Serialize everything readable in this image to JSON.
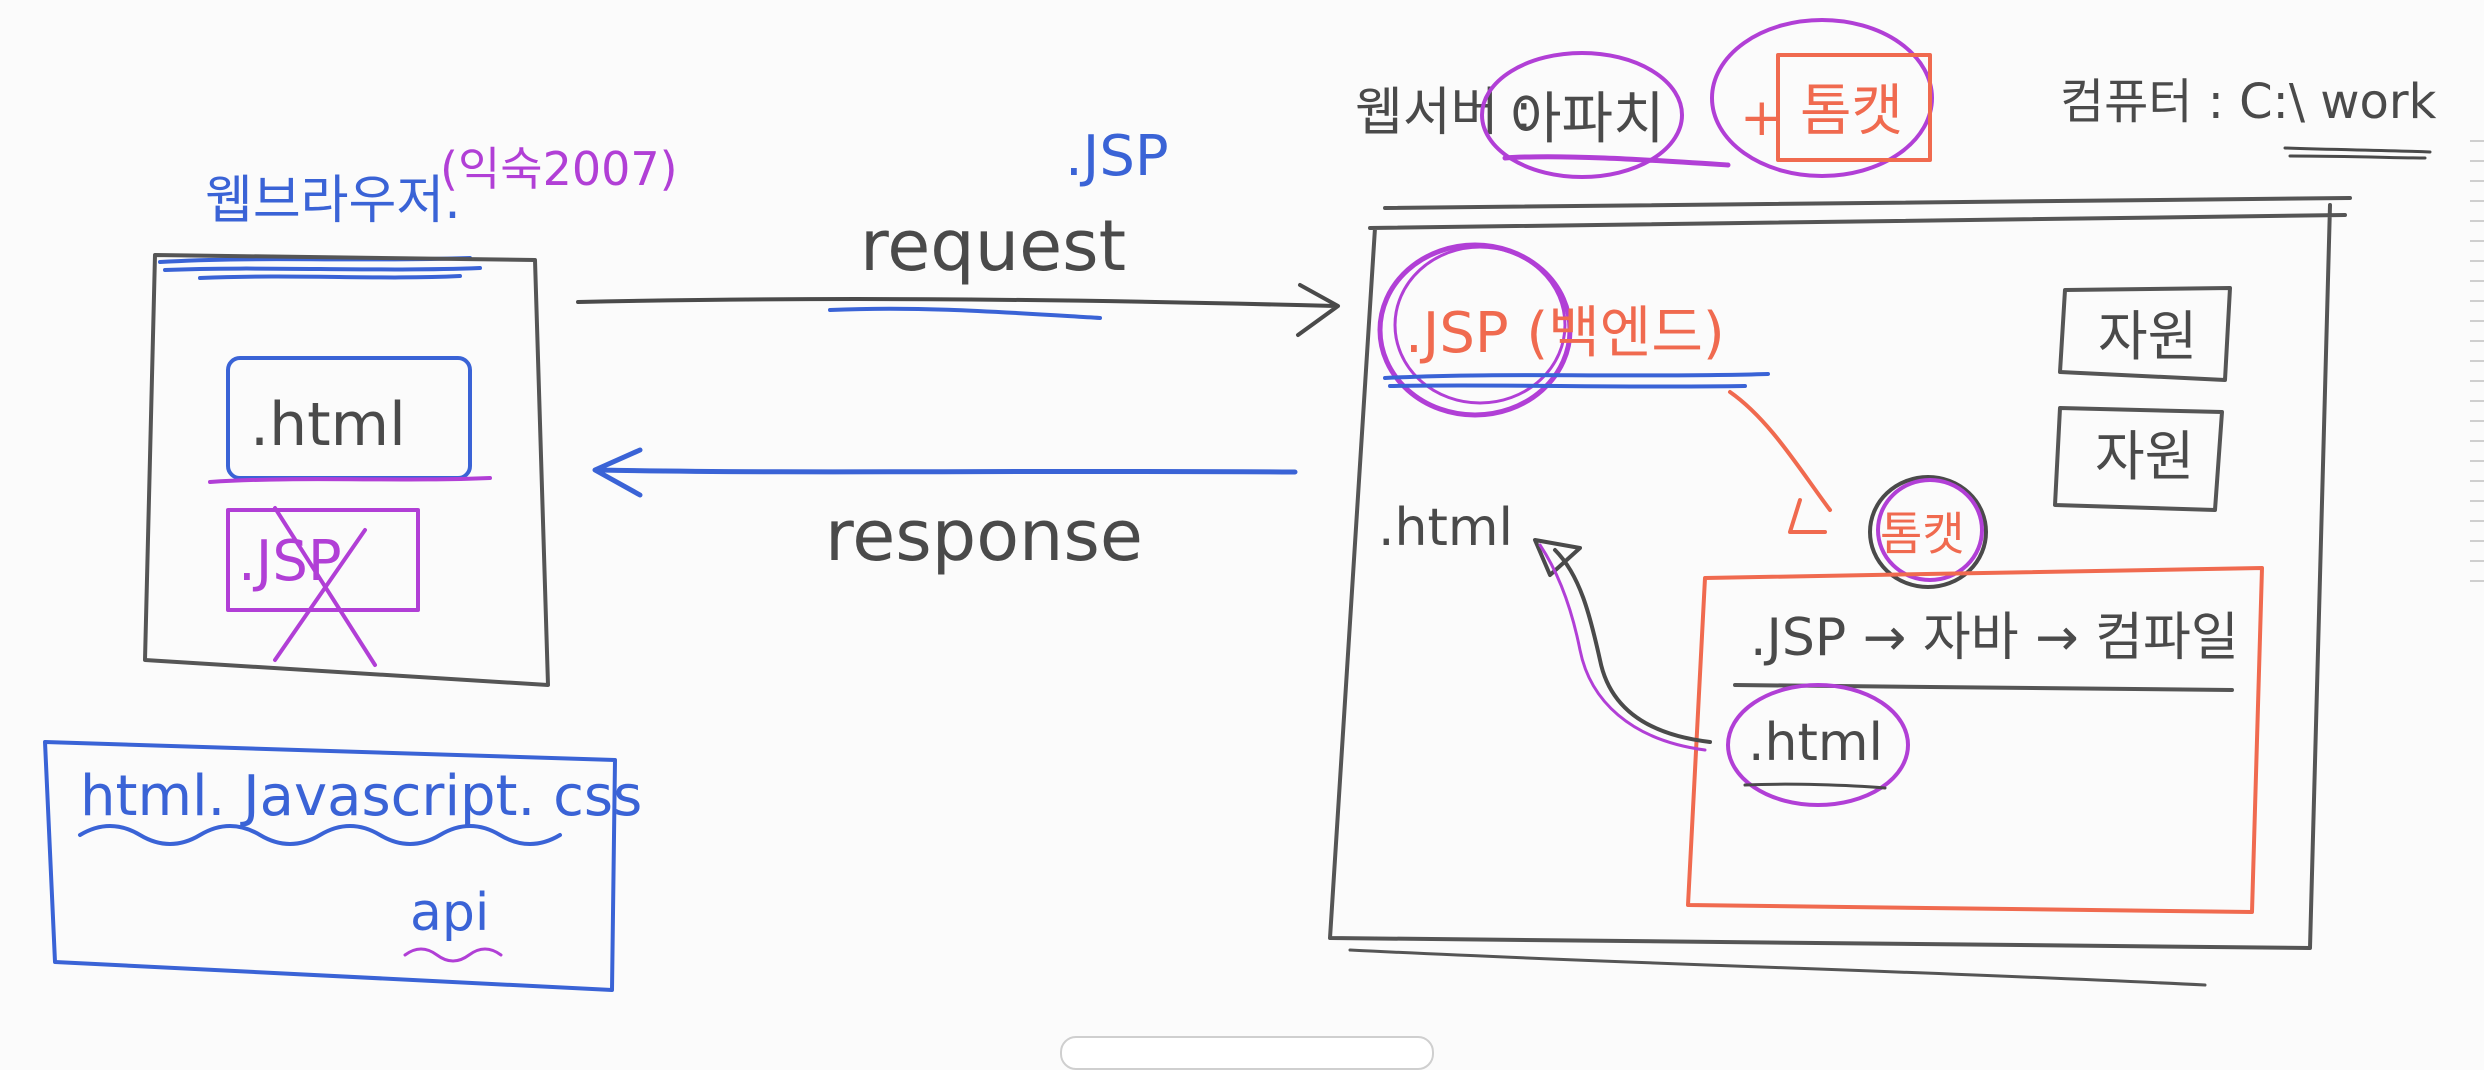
{
  "colors": {
    "ink": "#4a4a4a",
    "blue": "#3a63d6",
    "purple": "#b13fd6",
    "orange": "#f06a4f"
  },
  "browser": {
    "title": "웹브라우저.",
    "note": "(익숙2007)",
    "html_file": ".html",
    "jsp_file": ".JSP"
  },
  "frontend_box": {
    "line1": "html. Javascript. css",
    "line2": "api"
  },
  "arrows": {
    "jsp_label": ".JSP",
    "request_label": "request",
    "response_label": "response"
  },
  "server": {
    "title": "웹서버 :",
    "apache": "아파치",
    "plus": "+",
    "tomcat": "톰캣",
    "computer_label": "컴퓨터 : C:\\ work",
    "jsp_backend": ".JSP (백엔드)",
    "resource1": "자원",
    "resource2": "자원",
    "html_out": ".html",
    "tomcat_inner": "톰캣",
    "compile_flow": ".JSP → 자바 → 컴파일",
    "html_result": ".html"
  }
}
